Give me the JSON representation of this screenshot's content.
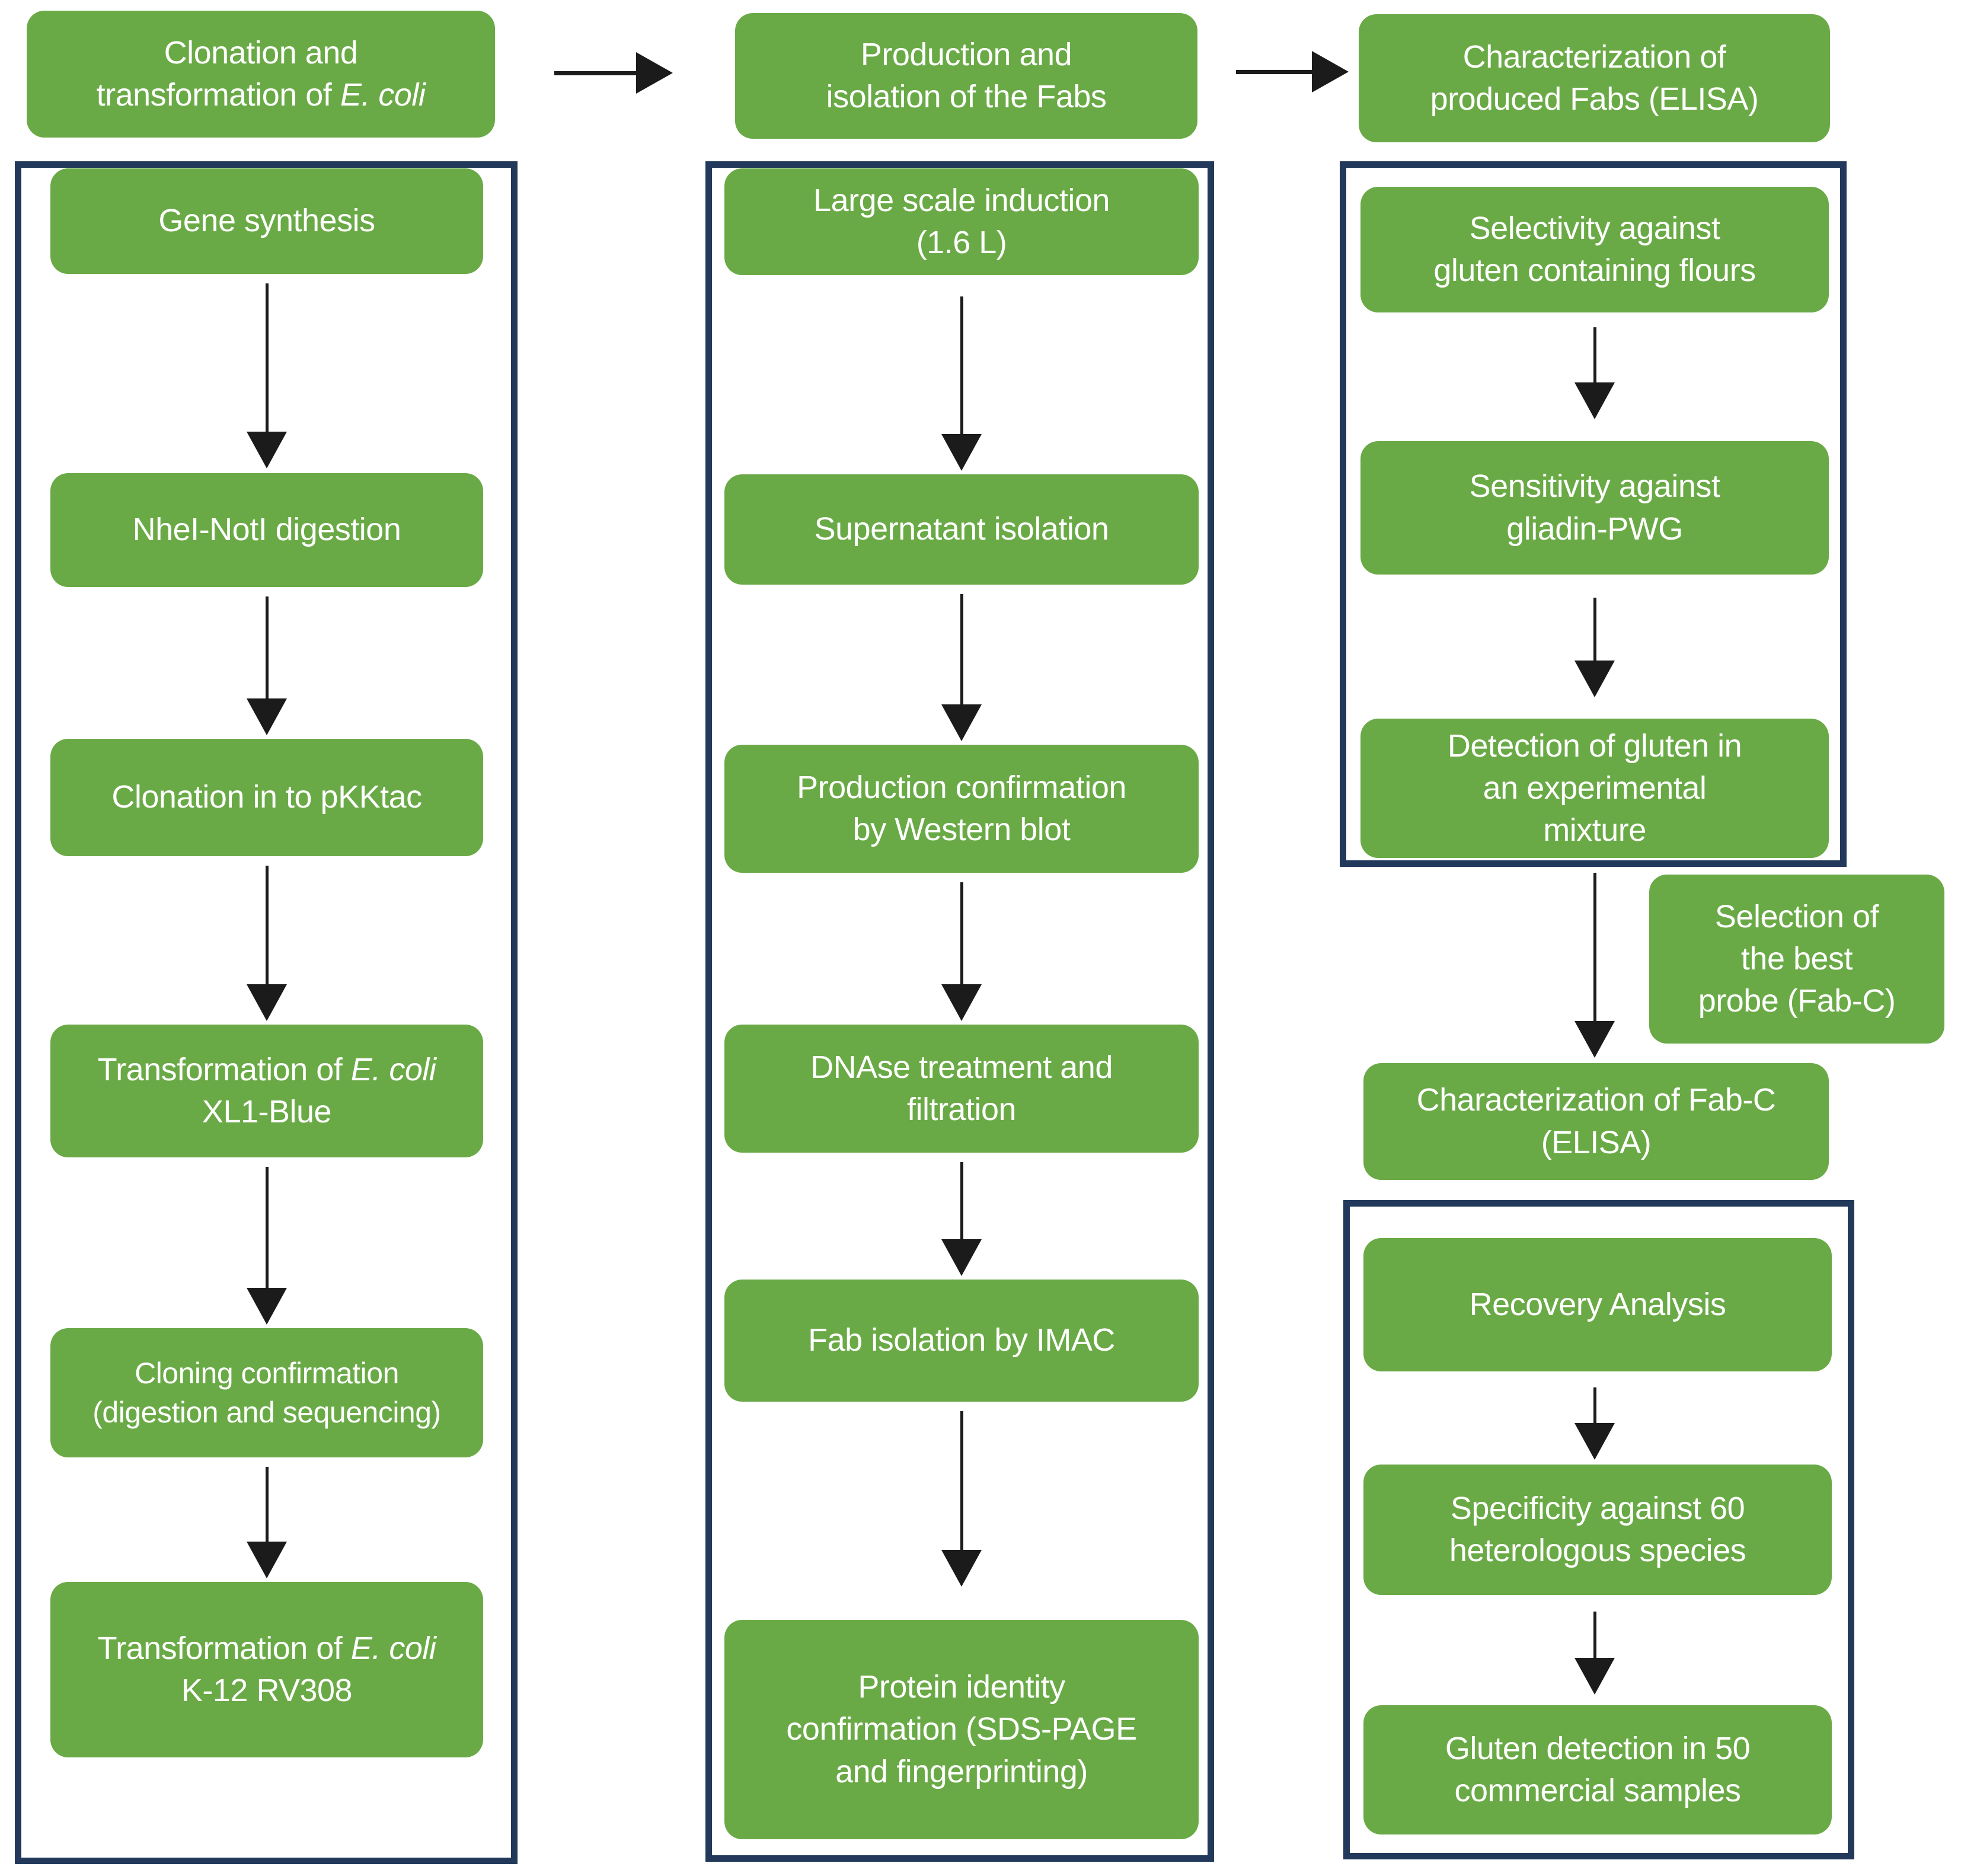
{
  "colors": {
    "green": "#6aaa46",
    "navy": "#22395b",
    "arrow": "#1b1b1b",
    "text": "#ffffff",
    "background": "#ffffff"
  },
  "col1": {
    "header": {
      "l1": "Clonation and",
      "l2pre": "transformation of ",
      "l2it": "E. coli"
    },
    "b1": {
      "l1": "Gene synthesis"
    },
    "b2": {
      "l1": "NheI-NotI digestion"
    },
    "b3": {
      "l1": "Clonation in to pKKtac"
    },
    "b4": {
      "l1pre": "Transformation of ",
      "l1it": "E. coli",
      "l2": "XL1-Blue"
    },
    "b5": {
      "l1": "Cloning confirmation",
      "l2": "(digestion and sequencing)"
    },
    "b6": {
      "l1pre": "Transformation of ",
      "l1it": "E. coli",
      "l2": "K-12 RV308"
    }
  },
  "col2": {
    "header": {
      "l1": "Production and",
      "l2": "isolation of the Fabs"
    },
    "b1": {
      "l1": "Large scale induction",
      "l2": "(1.6 L)"
    },
    "b2": {
      "l1": "Supernatant isolation"
    },
    "b3": {
      "l1": "Production confirmation",
      "l2": "by Western blot"
    },
    "b4": {
      "l1": "DNAse treatment and",
      "l2": "filtration"
    },
    "b5": {
      "l1": "Fab isolation by IMAC"
    },
    "b6": {
      "l1": "Protein identity",
      "l2": "confirmation (SDS-PAGE",
      "l3": "and fingerprinting)"
    }
  },
  "col3": {
    "header": {
      "l1": "Characterization of",
      "l2": "produced Fabs (ELISA)"
    },
    "b1": {
      "l1": "Selectivity against",
      "l2": "gluten containing flours"
    },
    "b2": {
      "l1": "Sensitivity against",
      "l2": "gliadin-PWG"
    },
    "b3": {
      "l1": "Detection of gluten in",
      "l2": "an experimental",
      "l3": "mixture"
    },
    "side": {
      "l1": "Selection of",
      "l2": "the best",
      "l3": "probe (Fab-C)"
    },
    "b4": {
      "l1": "Characterization of Fab-C",
      "l2": "(ELISA)"
    },
    "b5": {
      "l1": "Recovery Analysis"
    },
    "b6": {
      "l1": "Specificity against 60",
      "l2": "heterologous species"
    },
    "b7": {
      "l1": "Gluten detection in 50",
      "l2": "commercial samples"
    }
  }
}
